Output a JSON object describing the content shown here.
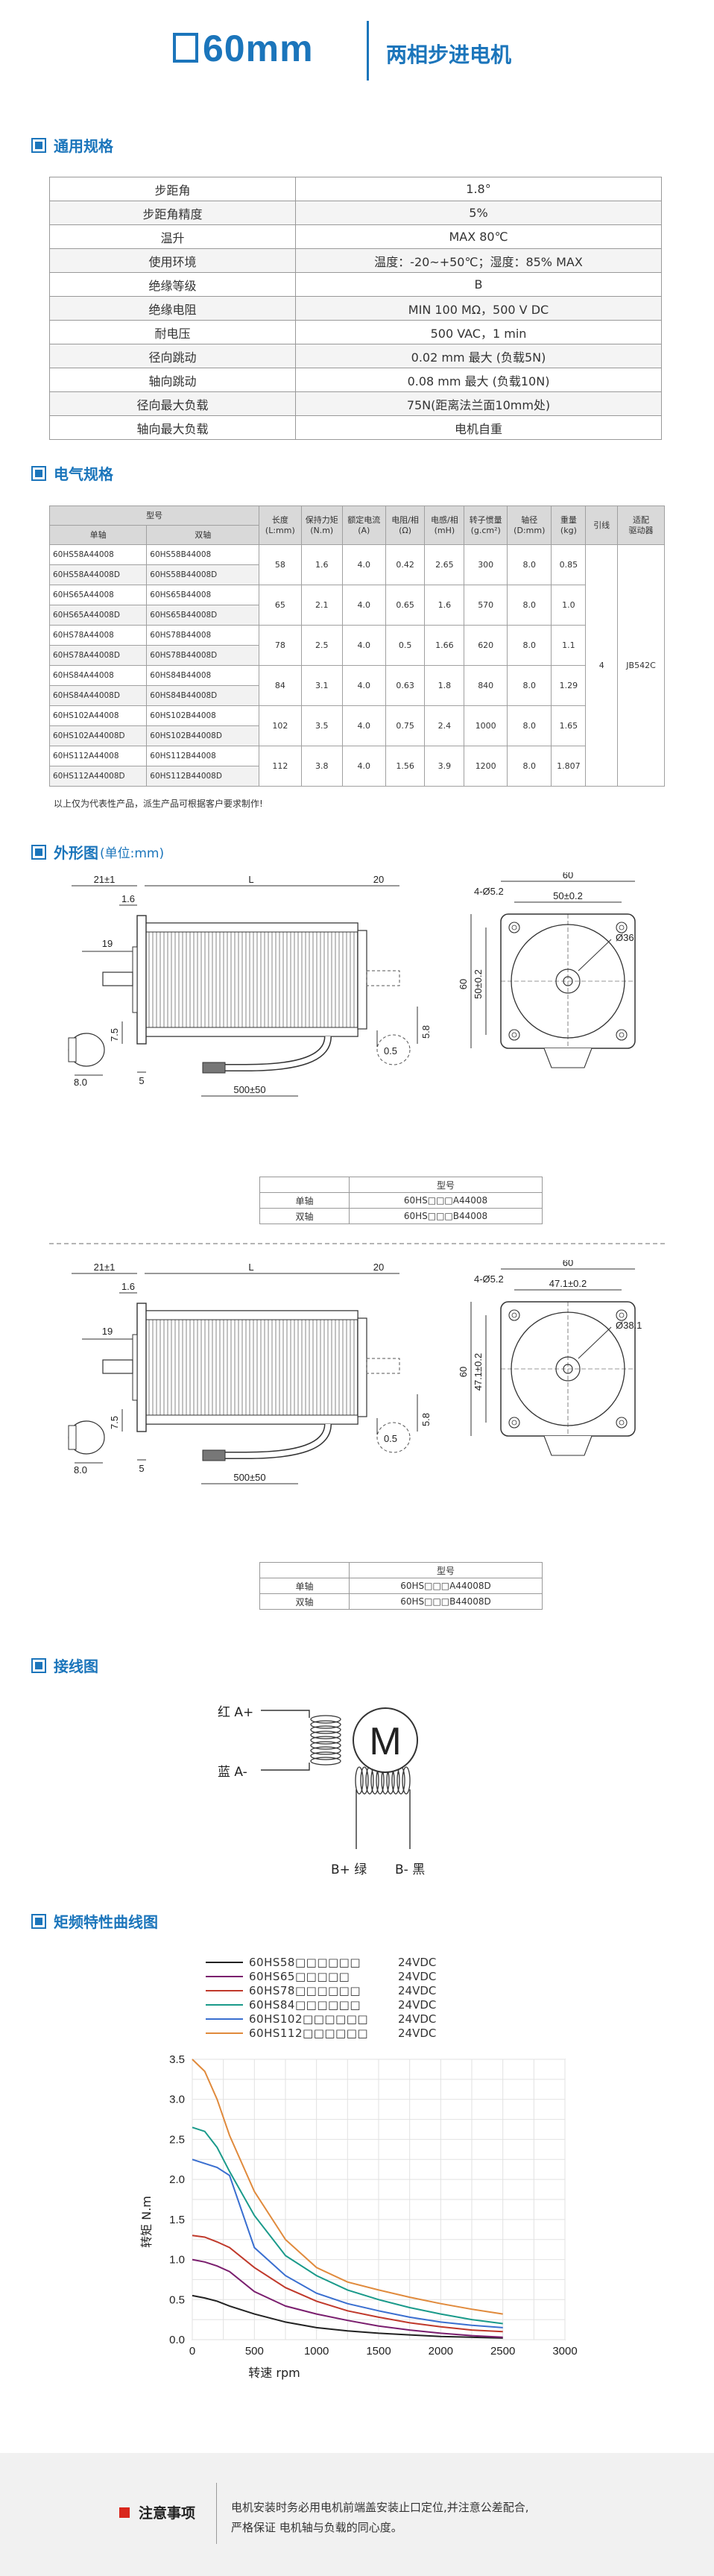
{
  "header": {
    "size": "60mm",
    "subtitle": "两相步进电机"
  },
  "sections": {
    "general": "通用规格",
    "electrical": "电气规格",
    "outline": "外形图",
    "outline_unit": "(单位:mm)",
    "wiring": "接线图",
    "torque": "矩频特性曲线图"
  },
  "general_specs": [
    [
      "步距角",
      "1.8°"
    ],
    [
      "步距角精度",
      "5%"
    ],
    [
      "温升",
      "MAX 80℃"
    ],
    [
      "使用环境",
      "温度：-20~+50℃；湿度：85% MAX"
    ],
    [
      "绝缘等级",
      "B"
    ],
    [
      "绝缘电阻",
      "MIN 100 MΩ，500 V DC"
    ],
    [
      "耐电压",
      "500 VAC，1 min"
    ],
    [
      "径向跳动",
      "0.02 mm 最大 (负载5N)"
    ],
    [
      "轴向跳动",
      "0.08 mm 最大 (负载10N)"
    ],
    [
      "径向最大负载",
      "75N(距离法兰面10mm处)"
    ],
    [
      "轴向最大负载",
      "电机自重"
    ]
  ],
  "electrical": {
    "headers": {
      "model": "型号",
      "single": "单轴",
      "dual": "双轴",
      "length": "长度\n(L:mm)",
      "torque": "保持力矩\n(N.m)",
      "current": "额定电流\n(A)",
      "resistance": "电阻/相\n(Ω)",
      "inductance": "电感/相\n(mH)",
      "inertia": "转子惯量\n(g.cm²)",
      "shaft": "轴径\n(D:mm)",
      "weight": "重量\n(kg)",
      "leads": "引线",
      "driver": "适配\n驱动器"
    },
    "groups": [
      {
        "single": [
          "60HS58A44008",
          "60HS58A44008D"
        ],
        "dual": [
          "60HS58B44008",
          "60HS58B44008D"
        ],
        "length": "58",
        "torque": "1.6",
        "current": "4.0",
        "resistance": "0.42",
        "inductance": "2.65",
        "inertia": "300",
        "shaft": "8.0",
        "weight": "0.85"
      },
      {
        "single": [
          "60HS65A44008",
          "60HS65A44008D"
        ],
        "dual": [
          "60HS65B44008",
          "60HS65B44008D"
        ],
        "length": "65",
        "torque": "2.1",
        "current": "4.0",
        "resistance": "0.65",
        "inductance": "1.6",
        "inertia": "570",
        "shaft": "8.0",
        "weight": "1.0"
      },
      {
        "single": [
          "60HS78A44008",
          "60HS78A44008D"
        ],
        "dual": [
          "60HS78B44008",
          "60HS78B44008D"
        ],
        "length": "78",
        "torque": "2.5",
        "current": "4.0",
        "resistance": "0.5",
        "inductance": "1.66",
        "inertia": "620",
        "shaft": "8.0",
        "weight": "1.1"
      },
      {
        "single": [
          "60HS84A44008",
          "60HS84A44008D"
        ],
        "dual": [
          "60HS84B44008",
          "60HS84B44008D"
        ],
        "length": "84",
        "torque": "3.1",
        "current": "4.0",
        "resistance": "0.63",
        "inductance": "1.8",
        "inertia": "840",
        "shaft": "8.0",
        "weight": "1.29"
      },
      {
        "single": [
          "60HS102A44008",
          "60HS102A44008D"
        ],
        "dual": [
          "60HS102B44008",
          "60HS102B44008D"
        ],
        "length": "102",
        "torque": "3.5",
        "current": "4.0",
        "resistance": "0.75",
        "inductance": "2.4",
        "inertia": "1000",
        "shaft": "8.0",
        "weight": "1.65"
      },
      {
        "single": [
          "60HS112A44008",
          "60HS112A44008D"
        ],
        "dual": [
          "60HS112B44008",
          "60HS112B44008D"
        ],
        "length": "112",
        "torque": "3.8",
        "current": "4.0",
        "resistance": "1.56",
        "inductance": "3.9",
        "inertia": "1200",
        "shaft": "8.0",
        "weight": "1.807"
      }
    ],
    "leads": "4",
    "driver": "JB542C",
    "note": "以上仅为代表性产品，派生产品可根据客户要求制作!"
  },
  "outline": {
    "d1": {
      "dims": {
        "d21": "21±1",
        "dL": "L",
        "d20": "20",
        "d16": "1.6",
        "d19": "19",
        "d75": "7.5",
        "d8": "8.0",
        "d5": "5",
        "d500": "500±50",
        "d60v": "60",
        "d50v": "50±0.2",
        "d60h": "60",
        "d50h": "50±0.2",
        "hole": "4-Ø5.2",
        "boss": "Ø36",
        "d05": "0.5",
        "d58": "5.8"
      },
      "table": {
        "header": "型号",
        "rows": [
          [
            "单轴",
            "60HS□□□A44008"
          ],
          [
            "双轴",
            "60HS□□□B44008"
          ]
        ]
      }
    },
    "d2": {
      "dims": {
        "d21": "21±1",
        "dL": "L",
        "d20": "20",
        "d16": "1.6",
        "d19": "19",
        "d75": "7.5",
        "d8": "8.0",
        "d5": "5",
        "d500": "500±50",
        "d60v": "60",
        "d50v": "47.1±0.2",
        "d60h": "60",
        "d50h": "47.1±0.2",
        "hole": "4-Ø5.2",
        "boss": "Ø38.1",
        "d05": "0.5",
        "d58": "5.8"
      },
      "table": {
        "header": "型号",
        "rows": [
          [
            "单轴",
            "60HS□□□A44008D"
          ],
          [
            "双轴",
            "60HS□□□B44008D"
          ]
        ]
      }
    }
  },
  "wiring": {
    "red": "红 A+",
    "blue": "蓝 A-",
    "green": "B+ 绿",
    "black": "B- 黑",
    "motor": "M"
  },
  "chart_data": {
    "type": "line",
    "xlabel": "转速 rpm",
    "ylabel": "转矩 N.m",
    "xlim": [
      0,
      3000
    ],
    "ylim": [
      0,
      3.5
    ],
    "xticks": [
      0,
      500,
      1000,
      1500,
      2000,
      2500,
      3000
    ],
    "yticks": [
      0,
      0.5,
      1.0,
      1.5,
      2.0,
      2.5,
      3.0,
      3.5
    ],
    "grid": true,
    "legend_position": "top",
    "series": [
      {
        "name": "60HS58□□□□□□",
        "voltage": "24VDC",
        "color": "#222222",
        "x": [
          0,
          100,
          200,
          300,
          500,
          750,
          1000,
          1250,
          1500,
          1750,
          2000,
          2250,
          2500
        ],
        "y": [
          0.55,
          0.52,
          0.48,
          0.42,
          0.32,
          0.22,
          0.15,
          0.11,
          0.08,
          0.06,
          0.04,
          0.03,
          0.02
        ]
      },
      {
        "name": "60HS65□□□□□",
        "voltage": "24VDC",
        "color": "#7a1e6e",
        "x": [
          0,
          100,
          200,
          300,
          500,
          750,
          1000,
          1250,
          1500,
          1750,
          2000,
          2250,
          2500
        ],
        "y": [
          1.0,
          0.97,
          0.92,
          0.85,
          0.6,
          0.42,
          0.32,
          0.24,
          0.17,
          0.12,
          0.08,
          0.05,
          0.03
        ]
      },
      {
        "name": "60HS78□□□□□□",
        "voltage": "24VDC",
        "color": "#c0392b",
        "x": [
          0,
          100,
          200,
          300,
          500,
          750,
          1000,
          1250,
          1500,
          1750,
          2000,
          2250,
          2500
        ],
        "y": [
          1.3,
          1.28,
          1.22,
          1.15,
          0.9,
          0.65,
          0.48,
          0.36,
          0.28,
          0.21,
          0.16,
          0.12,
          0.1
        ]
      },
      {
        "name": "60HS84□□□□□□",
        "voltage": "24VDC",
        "color": "#1a9a8a",
        "x": [
          0,
          100,
          200,
          300,
          500,
          750,
          1000,
          1250,
          1500,
          1750,
          2000,
          2250,
          2500
        ],
        "y": [
          2.65,
          2.6,
          2.4,
          2.1,
          1.55,
          1.05,
          0.8,
          0.62,
          0.5,
          0.4,
          0.32,
          0.25,
          0.2
        ]
      },
      {
        "name": "60HS102□□□□□□",
        "voltage": "24VDC",
        "color": "#3a6fd0",
        "x": [
          0,
          100,
          200,
          300,
          500,
          750,
          1000,
          1250,
          1500,
          1750,
          2000,
          2250,
          2500
        ],
        "y": [
          2.25,
          2.2,
          2.15,
          2.05,
          1.15,
          0.8,
          0.58,
          0.45,
          0.36,
          0.28,
          0.22,
          0.18,
          0.15
        ]
      },
      {
        "name": "60HS112□□□□□□",
        "voltage": "24VDC",
        "color": "#e08a3c",
        "x": [
          0,
          100,
          200,
          300,
          500,
          750,
          1000,
          1250,
          1500,
          1750,
          2000,
          2250,
          2500
        ],
        "y": [
          3.5,
          3.35,
          3.0,
          2.55,
          1.85,
          1.25,
          0.9,
          0.72,
          0.62,
          0.53,
          0.45,
          0.38,
          0.32
        ]
      }
    ]
  },
  "footer": {
    "title": "注意事项",
    "text": [
      "电机安装时务必用电机前端盖安装止口定位,并注意公差配合,",
      "严格保证 电机轴与负载的同心度。"
    ]
  }
}
